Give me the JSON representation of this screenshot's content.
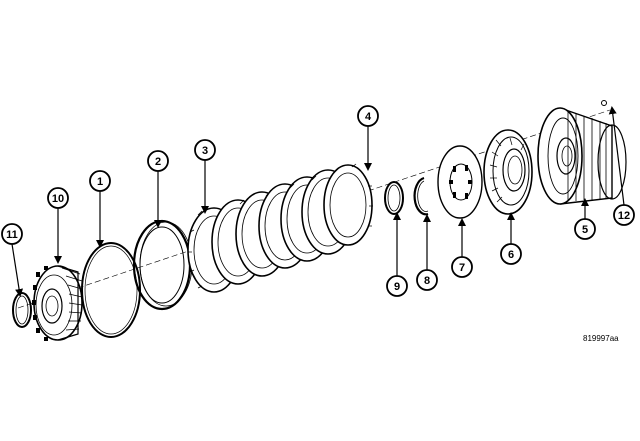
{
  "reference_code": "819997aa",
  "callouts": [
    {
      "id": "c1",
      "label": "1"
    },
    {
      "id": "c2",
      "label": "2"
    },
    {
      "id": "c3",
      "label": "3"
    },
    {
      "id": "c4",
      "label": "4"
    },
    {
      "id": "c5",
      "label": "5"
    },
    {
      "id": "c6",
      "label": "6"
    },
    {
      "id": "c7",
      "label": "7"
    },
    {
      "id": "c8",
      "label": "8"
    },
    {
      "id": "c9",
      "label": "9"
    },
    {
      "id": "c10",
      "label": "10"
    },
    {
      "id": "c11",
      "label": "11"
    },
    {
      "id": "c12",
      "label": "12"
    }
  ]
}
